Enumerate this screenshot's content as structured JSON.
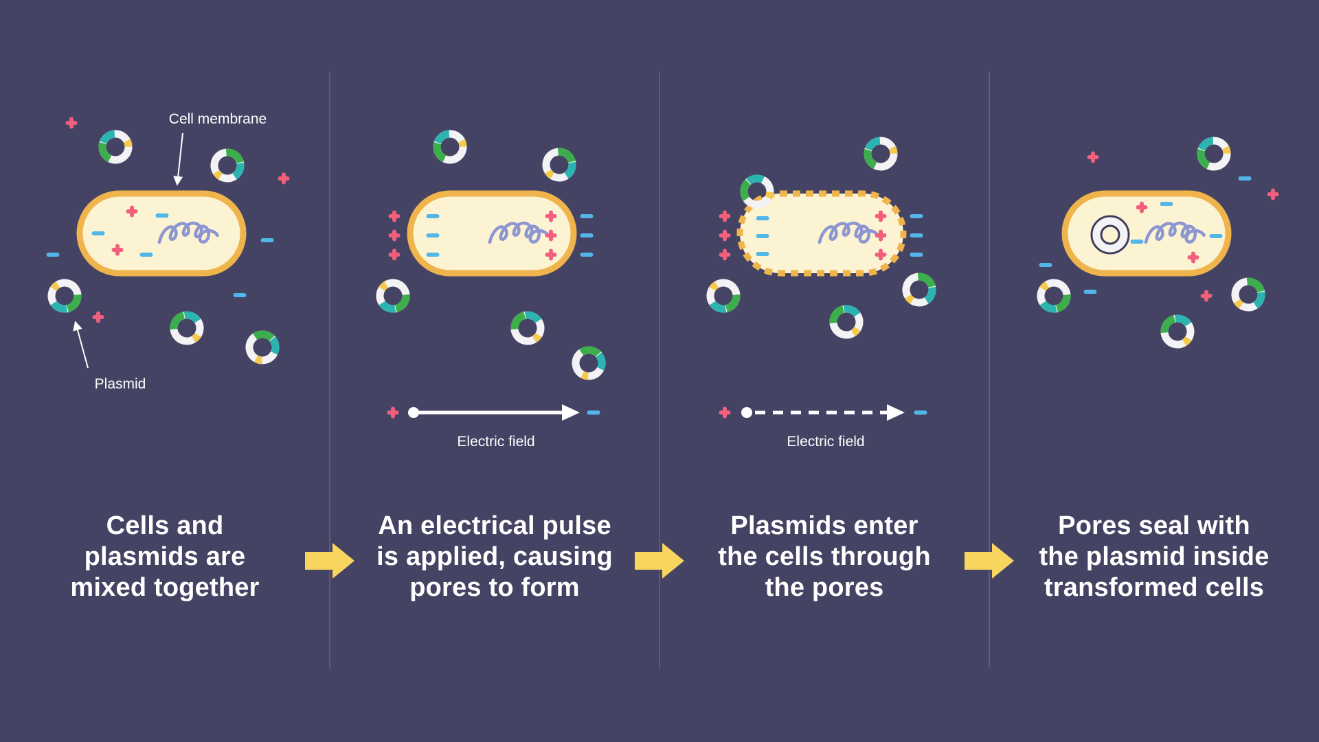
{
  "colors": {
    "bg": "#454363",
    "divider": "#5d5a7e",
    "cell-fill": "#fcf3d3",
    "cell-stroke": "#f0b44c",
    "dna": "#8d96d0",
    "plus": "#f15f7d",
    "minus": "#53b6e8",
    "ring-white": "#f3f3f5",
    "ring-green": "#3cae4b",
    "ring-teal": "#2cb4b0",
    "ring-yellow": "#f3c94e",
    "step-arrow": "#f8d55f",
    "seal": "#3e3c5a",
    "label": "#ffffff"
  },
  "panels": [
    {
      "caption_lines": [
        "Cells and",
        "plasmids are",
        "mixed together"
      ],
      "labels": {
        "cell_membrane": "Cell membrane",
        "plasmid": "Plasmid"
      }
    },
    {
      "caption_lines": [
        "An electrical pulse",
        "is applied, causing",
        "pores to form"
      ],
      "labels": {
        "electric_field": "Electric field"
      }
    },
    {
      "caption_lines": [
        "Plasmids enter",
        "the cells through",
        "the pores"
      ],
      "labels": {
        "electric_field": "Electric field"
      }
    },
    {
      "caption_lines": [
        "Pores seal with",
        "the plasmid inside",
        "transformed cells"
      ],
      "labels": {}
    }
  ]
}
